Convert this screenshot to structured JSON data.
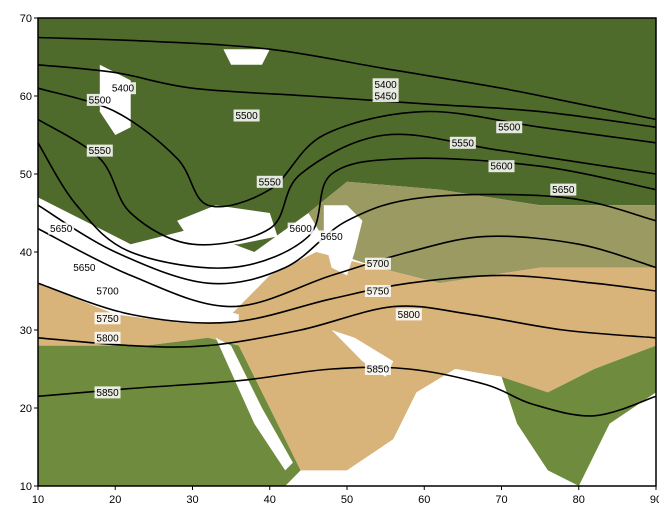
{
  "map": {
    "x_axis": {
      "min": 10,
      "max": 90,
      "ticks": [
        10,
        20,
        30,
        40,
        50,
        60,
        70,
        80,
        90
      ]
    },
    "y_axis": {
      "min": 10,
      "max": 70,
      "ticks": [
        10,
        20,
        30,
        40,
        50,
        60,
        70
      ]
    },
    "grid": false,
    "colors": {
      "water": "#ffffff",
      "forest": "#4f6b2c",
      "steppe": "#9a9a62",
      "desert": "#d8b47a",
      "tropical": "#6f8b3e",
      "contour": "#000000",
      "frame": "#000000"
    },
    "contours": [
      {
        "value": 5400,
        "label": "5400",
        "points": [
          [
            10,
            67.5
          ],
          [
            25,
            67
          ],
          [
            40,
            66
          ],
          [
            55,
            63.5
          ],
          [
            70,
            61
          ],
          [
            80,
            59
          ],
          [
            90,
            57
          ]
        ],
        "label_positions": [
          [
            21,
            61
          ],
          [
            55,
            61.5
          ]
        ]
      },
      {
        "value": 5450,
        "label": "5450",
        "points": [
          [
            10,
            64
          ],
          [
            20,
            63
          ],
          [
            30,
            61
          ],
          [
            45,
            60
          ],
          [
            60,
            59
          ],
          [
            75,
            58
          ],
          [
            90,
            56
          ]
        ],
        "label_positions": [
          [
            55,
            60
          ]
        ]
      },
      {
        "value": 5500,
        "label": "5500",
        "points": [
          [
            10,
            61
          ],
          [
            20,
            58
          ],
          [
            28,
            52
          ],
          [
            32,
            46
          ],
          [
            40,
            48
          ],
          [
            47,
            55
          ],
          [
            60,
            58
          ],
          [
            75,
            56
          ],
          [
            90,
            54
          ]
        ],
        "label_positions": [
          [
            18,
            59.5
          ],
          [
            37,
            57.5
          ],
          [
            71,
            56
          ]
        ]
      },
      {
        "value": 5550,
        "label": "5550",
        "points": [
          [
            10,
            57
          ],
          [
            18,
            52
          ],
          [
            22,
            45
          ],
          [
            30,
            41
          ],
          [
            40,
            43
          ],
          [
            44,
            50
          ],
          [
            55,
            55
          ],
          [
            70,
            53
          ],
          [
            90,
            50
          ]
        ],
        "label_positions": [
          [
            18,
            53
          ],
          [
            40,
            49
          ],
          [
            65,
            54
          ]
        ]
      },
      {
        "value": 5600,
        "label": "5600",
        "points": [
          [
            10,
            54
          ],
          [
            15,
            46
          ],
          [
            22,
            40
          ],
          [
            35,
            38
          ],
          [
            45,
            42
          ],
          [
            48,
            50
          ],
          [
            58,
            52
          ],
          [
            75,
            51
          ],
          [
            90,
            48
          ]
        ],
        "label_positions": [
          [
            44,
            43
          ],
          [
            70,
            51
          ]
        ]
      },
      {
        "value": 5650,
        "label": "5650",
        "points": [
          [
            10,
            46
          ],
          [
            20,
            40
          ],
          [
            32,
            36
          ],
          [
            42,
            38
          ],
          [
            50,
            44
          ],
          [
            60,
            47
          ],
          [
            78,
            47
          ],
          [
            90,
            44
          ]
        ],
        "label_positions": [
          [
            13,
            43
          ],
          [
            16,
            38
          ],
          [
            48,
            42
          ],
          [
            78,
            48
          ]
        ]
      },
      {
        "value": 5700,
        "label": "5700",
        "points": [
          [
            10,
            43
          ],
          [
            22,
            37
          ],
          [
            35,
            33
          ],
          [
            48,
            37
          ],
          [
            58,
            40
          ],
          [
            68,
            42
          ],
          [
            80,
            41
          ],
          [
            90,
            38
          ]
        ],
        "label_positions": [
          [
            19,
            35
          ],
          [
            54,
            38.5
          ]
        ]
      },
      {
        "value": 5750,
        "label": "5750",
        "points": [
          [
            10,
            36
          ],
          [
            22,
            32
          ],
          [
            35,
            31
          ],
          [
            48,
            34
          ],
          [
            58,
            36
          ],
          [
            70,
            37
          ],
          [
            82,
            36
          ],
          [
            90,
            35
          ]
        ],
        "label_positions": [
          [
            19,
            31.5
          ],
          [
            54,
            35
          ]
        ]
      },
      {
        "value": 5800,
        "label": "5800",
        "points": [
          [
            10,
            29
          ],
          [
            22,
            28
          ],
          [
            32,
            28
          ],
          [
            44,
            30
          ],
          [
            56,
            33
          ],
          [
            66,
            32
          ],
          [
            78,
            30
          ],
          [
            90,
            29
          ]
        ],
        "label_positions": [
          [
            19,
            29
          ],
          [
            58,
            32
          ]
        ]
      },
      {
        "value": 5850,
        "label": "5850",
        "points": [
          [
            10,
            21.5
          ],
          [
            22,
            22.5
          ],
          [
            36,
            23.5
          ],
          [
            48,
            25
          ],
          [
            58,
            25
          ],
          [
            68,
            23
          ],
          [
            74,
            20.5
          ],
          [
            82,
            19
          ],
          [
            90,
            21.5
          ]
        ],
        "label_positions": [
          [
            19,
            22
          ],
          [
            54,
            25
          ]
        ]
      }
    ],
    "land": [
      {
        "kind": "forest",
        "points": [
          [
            10,
            70
          ],
          [
            90,
            70
          ],
          [
            90,
            46
          ],
          [
            75,
            46
          ],
          [
            62,
            48
          ],
          [
            50,
            49
          ],
          [
            45,
            45
          ],
          [
            38,
            40
          ],
          [
            30,
            43
          ],
          [
            22,
            41
          ],
          [
            14,
            45
          ],
          [
            10,
            47
          ]
        ]
      },
      {
        "kind": "steppe",
        "points": [
          [
            45,
            45
          ],
          [
            50,
            49
          ],
          [
            62,
            48
          ],
          [
            75,
            46
          ],
          [
            90,
            46
          ],
          [
            90,
            38
          ],
          [
            75,
            38
          ],
          [
            62,
            36
          ],
          [
            54,
            38
          ],
          [
            48,
            40
          ]
        ]
      },
      {
        "kind": "desert",
        "points": [
          [
            10,
            36
          ],
          [
            20,
            34
          ],
          [
            28,
            31
          ],
          [
            34,
            31
          ],
          [
            40,
            37
          ],
          [
            46,
            40
          ],
          [
            54,
            38
          ],
          [
            62,
            36
          ],
          [
            75,
            38
          ],
          [
            90,
            38
          ],
          [
            90,
            28
          ],
          [
            82,
            25
          ],
          [
            76,
            22
          ],
          [
            70,
            24
          ],
          [
            64,
            25
          ],
          [
            59,
            22
          ],
          [
            56,
            16
          ],
          [
            50,
            12
          ],
          [
            44,
            12
          ],
          [
            40,
            20
          ],
          [
            36,
            28
          ],
          [
            32,
            29
          ],
          [
            24,
            28
          ],
          [
            10,
            28
          ]
        ]
      },
      {
        "kind": "tropical",
        "points": [
          [
            10,
            28
          ],
          [
            24,
            28
          ],
          [
            32,
            29
          ],
          [
            36,
            28
          ],
          [
            40,
            20
          ],
          [
            44,
            12
          ],
          [
            42,
            10
          ],
          [
            10,
            10
          ]
        ]
      },
      {
        "kind": "tropical",
        "points": [
          [
            70,
            24
          ],
          [
            76,
            22
          ],
          [
            82,
            25
          ],
          [
            90,
            28
          ],
          [
            90,
            22
          ],
          [
            84,
            18
          ],
          [
            80,
            10
          ],
          [
            76,
            12
          ],
          [
            72,
            18
          ]
        ]
      }
    ],
    "water": [
      {
        "name": "black-sea",
        "points": [
          [
            28,
            44
          ],
          [
            33,
            46
          ],
          [
            40,
            45
          ],
          [
            41,
            42
          ],
          [
            36,
            41
          ],
          [
            30,
            41
          ]
        ]
      },
      {
        "name": "caspian-sea",
        "points": [
          [
            47,
            46
          ],
          [
            50,
            46
          ],
          [
            52,
            44
          ],
          [
            51,
            40
          ],
          [
            50,
            37
          ],
          [
            48,
            38
          ],
          [
            47,
            42
          ]
        ]
      },
      {
        "name": "mediterranean",
        "points": [
          [
            10,
            43
          ],
          [
            16,
            40
          ],
          [
            22,
            37
          ],
          [
            28,
            34
          ],
          [
            36,
            32
          ],
          [
            36,
            31
          ],
          [
            28,
            31
          ],
          [
            20,
            32
          ],
          [
            10,
            36
          ]
        ]
      },
      {
        "name": "red-sea",
        "points": [
          [
            33,
            29
          ],
          [
            35,
            28
          ],
          [
            39,
            20
          ],
          [
            43,
            13
          ],
          [
            42,
            12
          ],
          [
            38,
            18
          ]
        ]
      },
      {
        "name": "persian-gulf",
        "points": [
          [
            48,
            30
          ],
          [
            51,
            29
          ],
          [
            56,
            26
          ],
          [
            55,
            24
          ],
          [
            52,
            26
          ]
        ]
      },
      {
        "name": "arabian-sea",
        "points": [
          [
            56,
            16
          ],
          [
            59,
            22
          ],
          [
            64,
            25
          ],
          [
            70,
            24
          ],
          [
            72,
            18
          ],
          [
            76,
            12
          ],
          [
            80,
            10
          ],
          [
            50,
            10
          ],
          [
            50,
            12
          ]
        ]
      },
      {
        "name": "baltic-sea",
        "points": [
          [
            18,
            64
          ],
          [
            22,
            62
          ],
          [
            22,
            56
          ],
          [
            20,
            55
          ],
          [
            18,
            58
          ]
        ]
      },
      {
        "name": "white-sea",
        "points": [
          [
            34,
            66
          ],
          [
            40,
            66
          ],
          [
            39,
            64
          ],
          [
            35,
            64
          ]
        ]
      }
    ]
  }
}
